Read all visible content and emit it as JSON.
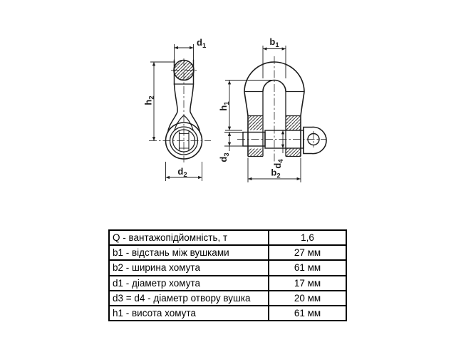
{
  "colors": {
    "ink": "#1c1c1c",
    "table_border": "#000000",
    "background": "#ffffff"
  },
  "diagram": {
    "description": "shackle technical drawing, side view and front view",
    "dims": {
      "d1": {
        "base": "d",
        "sub": "1"
      },
      "h2": {
        "base": "h",
        "sub": "2"
      },
      "d2": {
        "base": "d",
        "sub": "2"
      },
      "b1": {
        "base": "b",
        "sub": "1"
      },
      "h1": {
        "base": "h",
        "sub": "1"
      },
      "d3": {
        "base": "d",
        "sub": "3"
      },
      "d4": {
        "base": "d",
        "sub": "4"
      },
      "b2": {
        "base": "b",
        "sub": "2"
      }
    }
  },
  "table": {
    "rows": [
      {
        "label": "Q - вантажопідйомність, т",
        "value": "1,6"
      },
      {
        "label": "b1 - відстань між вушками",
        "value": "27 мм"
      },
      {
        "label": "b2 - ширина хомута",
        "value": "61 мм"
      },
      {
        "label": "d1 - діаметр хомута",
        "value": "17 мм"
      },
      {
        "label": "d3 = d4 - діаметр отвору вушка",
        "value": "20 мм"
      },
      {
        "label": "h1 - висота хомута",
        "value": "61 мм"
      }
    ]
  }
}
